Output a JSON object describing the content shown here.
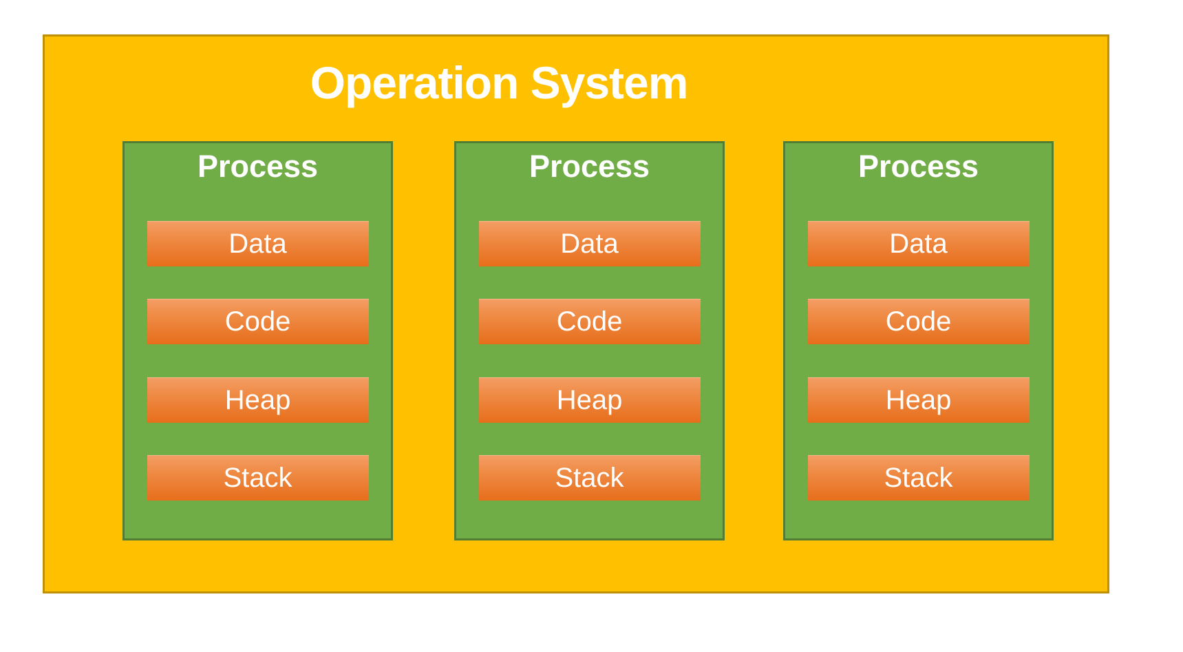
{
  "title": "Operation System",
  "colors": {
    "canvas-bg": "#FFFFFF",
    "os-fill": "#FFC000",
    "os-border": "#BF9000",
    "process-fill": "#70AD47",
    "process-border": "#507E32",
    "segment-top": "#F49E66",
    "segment-mid": "#EF8C47",
    "segment-bottom": "#E76E1B",
    "text": "#FFFFFF"
  },
  "processes": [
    {
      "label": "Process",
      "segments": [
        "Data",
        "Code",
        "Heap",
        "Stack"
      ]
    },
    {
      "label": "Process",
      "segments": [
        "Data",
        "Code",
        "Heap",
        "Stack"
      ]
    },
    {
      "label": "Process",
      "segments": [
        "Data",
        "Code",
        "Heap",
        "Stack"
      ]
    }
  ]
}
